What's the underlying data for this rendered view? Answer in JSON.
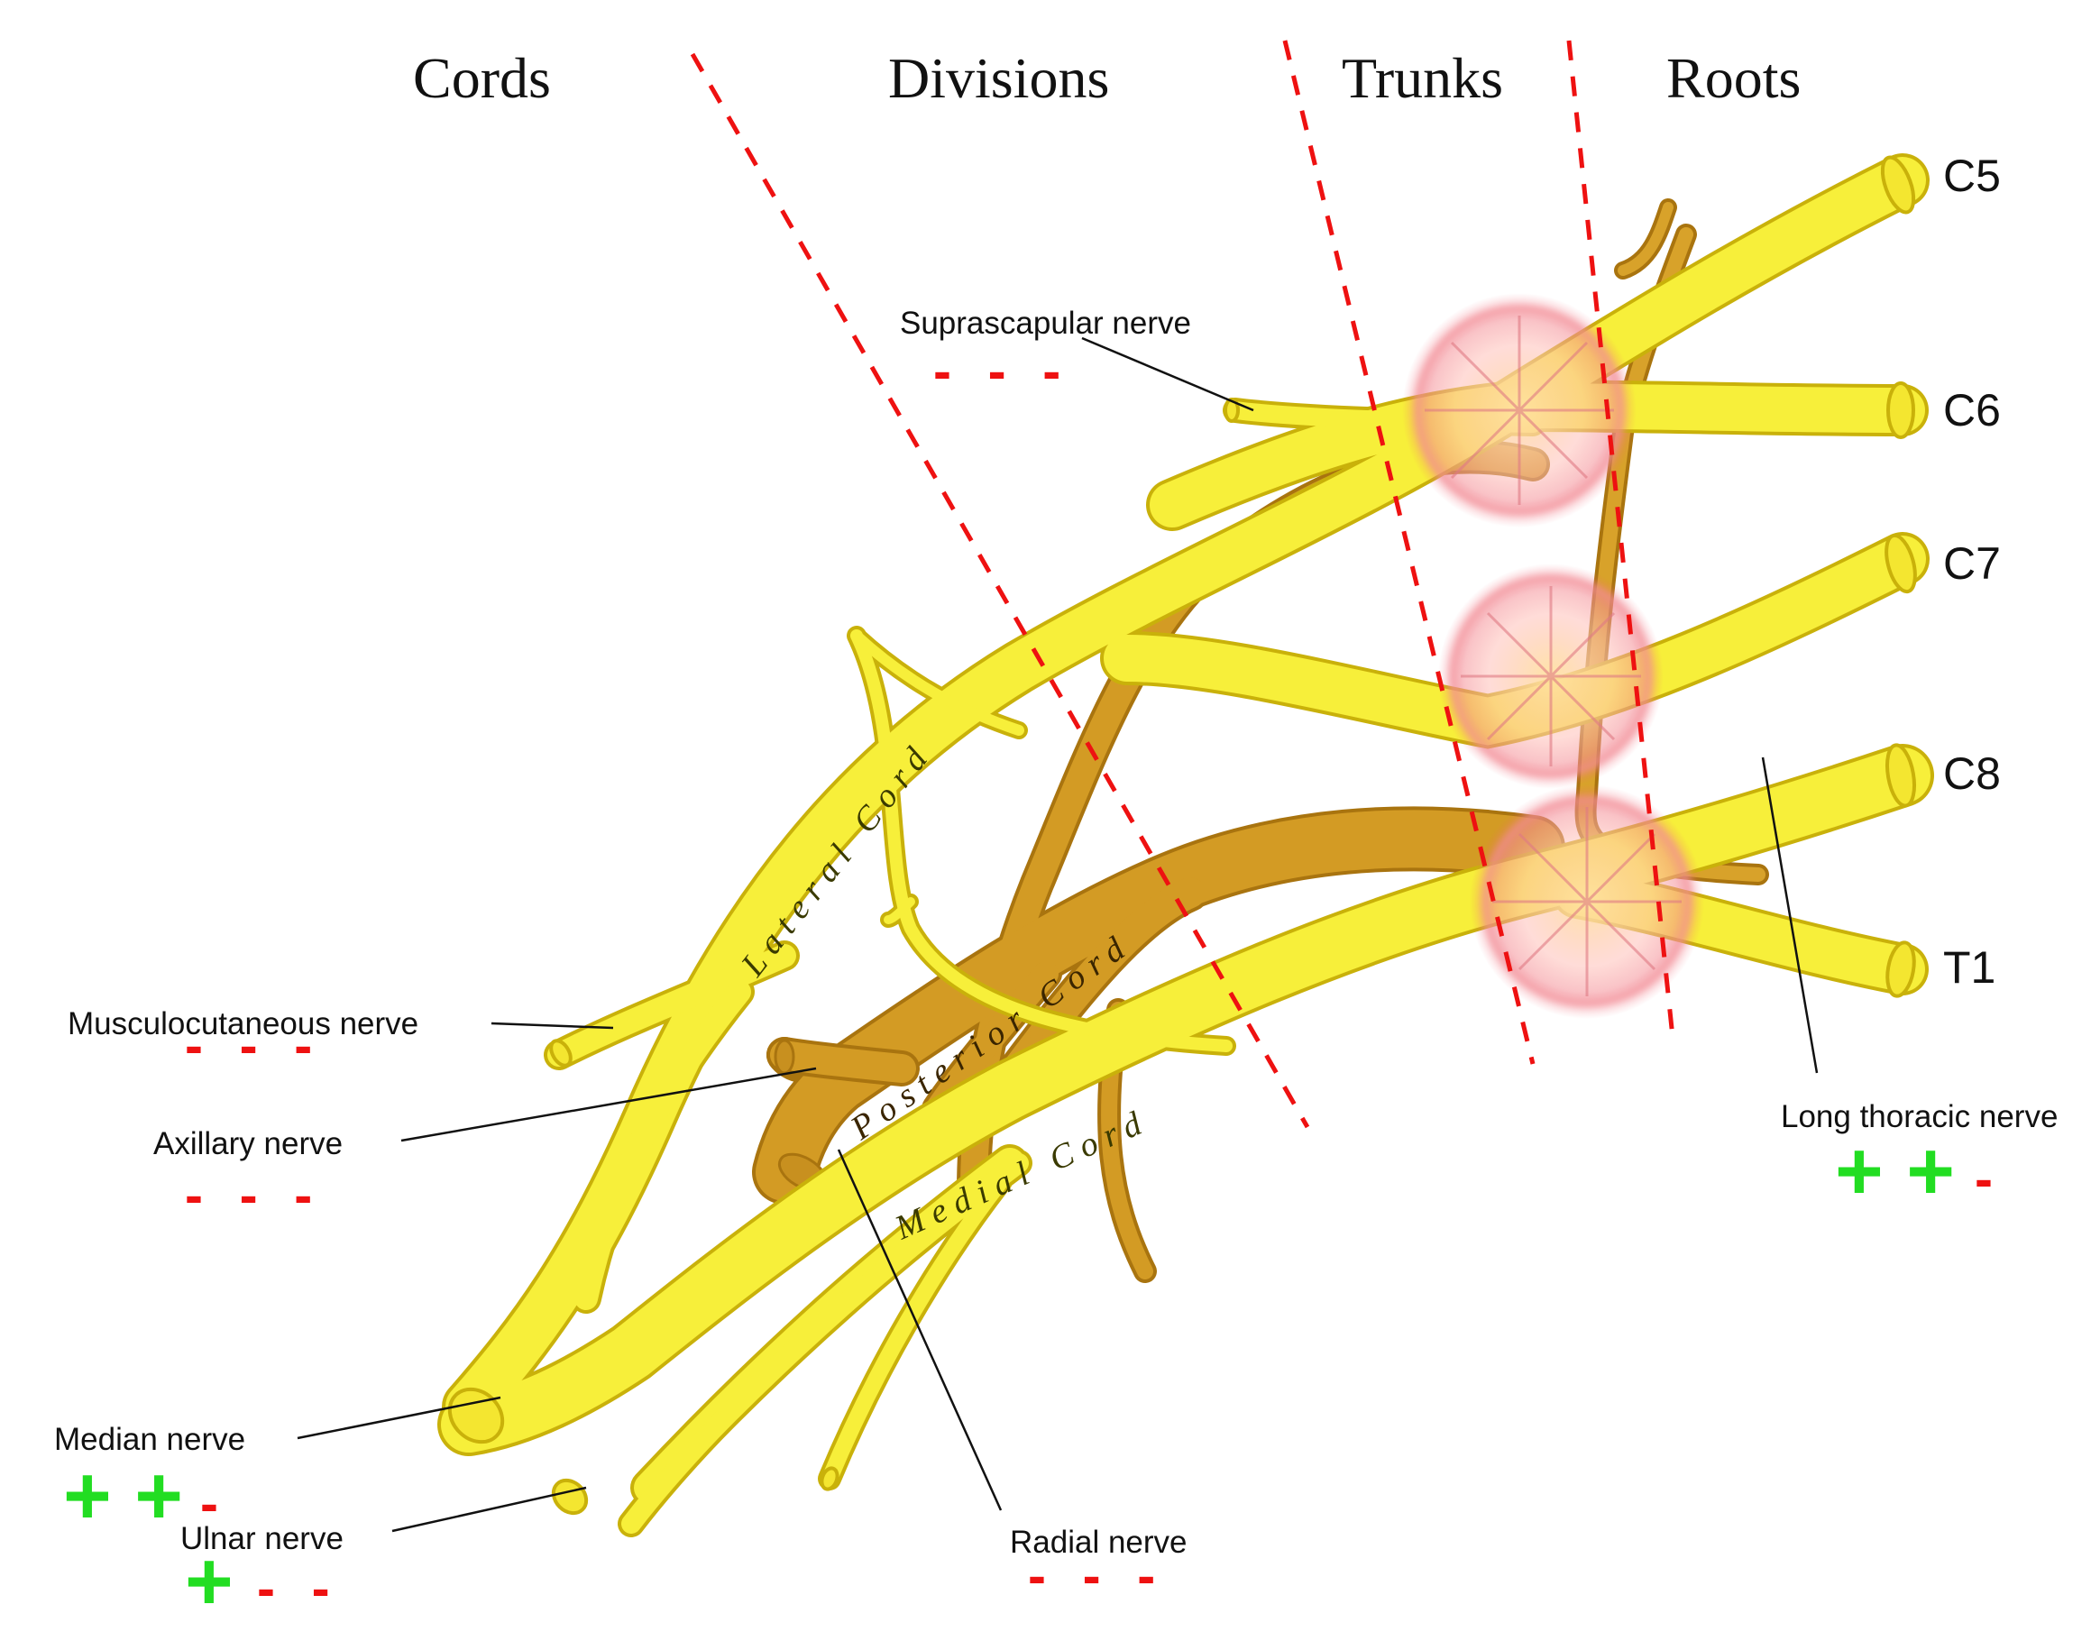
{
  "headers": {
    "cords": "Cords",
    "divisions": "Divisions",
    "trunks": "Trunks",
    "roots": "Roots"
  },
  "roots": [
    "C5",
    "C6",
    "C7",
    "C8",
    "T1"
  ],
  "cord_labels": {
    "lateral": "Lateral Cord",
    "posterior": "Posterior Cord",
    "medial": "Medial Cord"
  },
  "nerves": {
    "suprascapular": {
      "label": "Suprascapular nerve",
      "marks": "- - -"
    },
    "musculocutaneous": {
      "label": "Musculocutaneous nerve",
      "marks": "- - -"
    },
    "axillary": {
      "label": "Axillary nerve",
      "marks": "- - -"
    },
    "median": {
      "label": "Median nerve",
      "plus": "+ +",
      "minus": "-"
    },
    "ulnar": {
      "label": "Ulnar nerve",
      "plus": "+",
      "minus": "- -"
    },
    "radial": {
      "label": "Radial nerve",
      "marks": "- - -"
    },
    "long_thoracic": {
      "label": "Long thoracic nerve",
      "plus": "+ +",
      "minus": "-"
    }
  },
  "colors": {
    "nerve_yellow": "#f7ef3a",
    "nerve_edge": "#c9b10a",
    "posterior_brown": "#d39b24",
    "posterior_edge": "#a9740f",
    "boundary_red": "#ee1111",
    "plus_green": "#22dd22",
    "lesion_pink": "#f06070"
  }
}
